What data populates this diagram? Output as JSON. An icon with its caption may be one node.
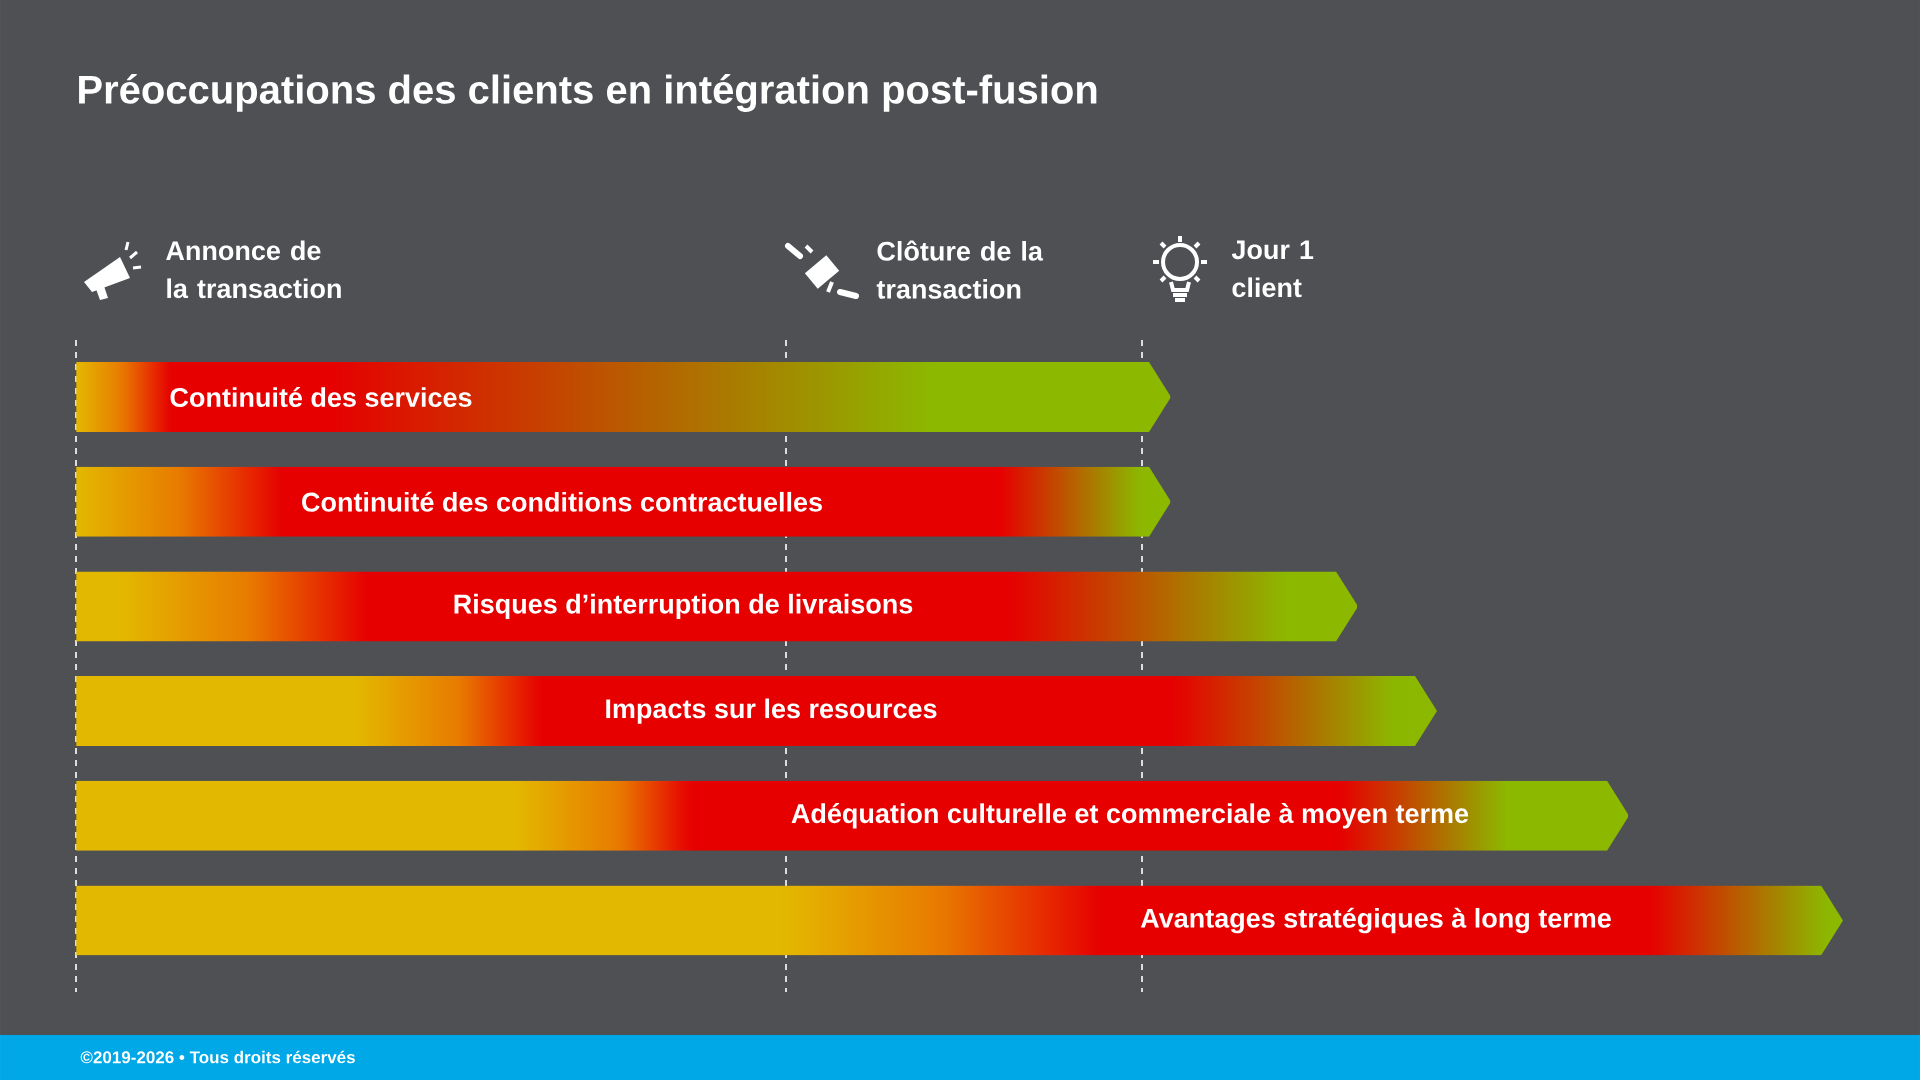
{
  "diagram": {
    "title": "Préoccupations des clients en intégration post-fusion",
    "nodes": [
      {
        "text": [
          "Continuité des services"
        ]
      },
      {
        "text": [
          "Continuité des conditions contractuelles"
        ]
      },
      {
        "text": [
          "Risques d’interruption de livraisons"
        ]
      },
      {
        "text": [
          "Impacts sur les resources"
        ]
      },
      {
        "text": [
          "Adéquation culturelle et commerciale à moyen terme"
        ]
      },
      {
        "text": [
          "Avantages stratégiques à long terme"
        ]
      }
    ],
    "labels": [
      "Annonce de la transaction",
      "Clôture de la transaction",
      "Jour 1 client",
      "©2019-2026 • Tous droits réservés"
    ]
  }
}
